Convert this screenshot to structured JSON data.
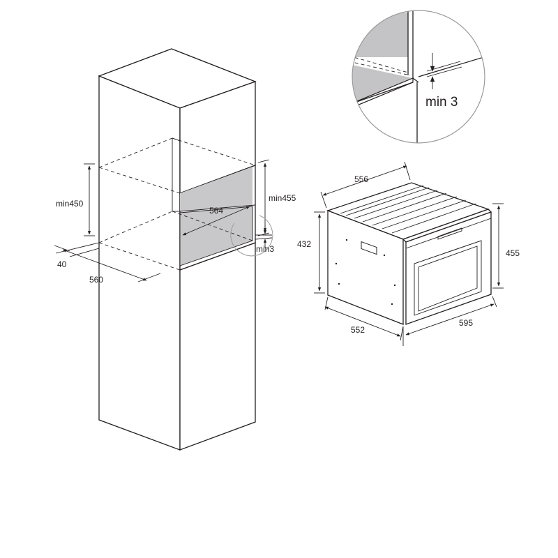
{
  "labels": {
    "cab_min450": "min450",
    "cab_564": "564",
    "cab_min455": "min455",
    "cab_min3": "min3",
    "cab_40": "40",
    "cab_560": "560",
    "oven_556": "556",
    "oven_432": "432",
    "oven_455": "455",
    "oven_552": "552",
    "oven_595": "595",
    "detail_min3": "min 3"
  },
  "colors": {
    "line": "#231f20",
    "niche_fill": "#c8c8ca",
    "detail_fill": "#c4c4c6",
    "detail_circle": "#9a9a9a"
  }
}
